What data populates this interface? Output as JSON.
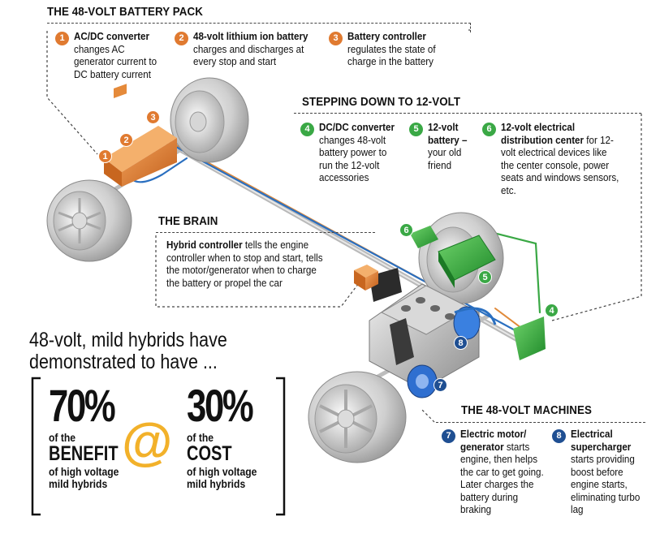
{
  "sections": {
    "battery_pack": "THE 48-VOLT BATTERY PACK",
    "stepping_down": "STEPPING DOWN TO 12-VOLT",
    "brain": "THE BRAIN",
    "machines": "THE 48-VOLT MACHINES"
  },
  "callouts": [
    {
      "num": "1",
      "title": "AC/DC converter",
      "body": "changes AC generator current to DC battery current",
      "color": "#e07a30"
    },
    {
      "num": "2",
      "title": "48-volt lithium ion battery",
      "body": "charges and discharges at every stop and start",
      "color": "#e07a30"
    },
    {
      "num": "3",
      "title": "Battery controller",
      "body": "regulates the state of charge in the battery",
      "color": "#e07a30"
    },
    {
      "num": "4",
      "title": "DC/DC converter",
      "body": "changes 48-volt battery power to run the 12-volt accessories",
      "color": "#3aa845"
    },
    {
      "num": "5",
      "title": "12-volt battery –",
      "body": "your old friend",
      "color": "#3aa845"
    },
    {
      "num": "6",
      "title": "12-volt electrical distribution center",
      "body": "for 12-volt electrical devices like the center console, power seats and windows sensors, etc.",
      "color": "#3aa845"
    },
    {
      "num": "7",
      "title": "Electric motor/ generator",
      "body": "starts engine, then helps the car to get going. Later charges the battery during braking",
      "color": "#1f4f92"
    },
    {
      "num": "8",
      "title": "Electrical supercharger",
      "body": "starts providing boost before engine starts, eliminating turbo lag",
      "color": "#1f4f92"
    }
  ],
  "brain": {
    "title": "Hybrid controller",
    "body": "tells the engine controller when to stop and start, tells the motor/generator when to charge the battery or propel the car"
  },
  "summary": {
    "headline_line1": "48-volt, mild hybrids have",
    "headline_line2": "demonstrated to have ...",
    "left": {
      "pct": "70%",
      "of_the": "of the",
      "word": "BENEFIT",
      "desc": "of high voltage mild hybrids"
    },
    "at_symbol": "@",
    "right": {
      "pct": "30%",
      "of_the": "of the",
      "word": "COST",
      "desc": "of high voltage mild hybrids"
    }
  },
  "colors": {
    "orange": "#e07a30",
    "green": "#3aa845",
    "blue": "#1f4f92",
    "at_yellow": "#f2b12a"
  }
}
